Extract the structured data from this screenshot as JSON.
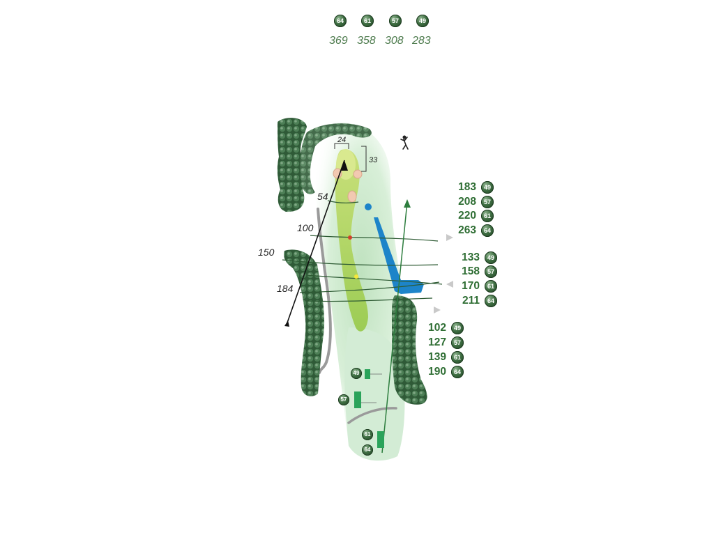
{
  "header": {
    "tees": [
      {
        "badge": "64",
        "yards": "369"
      },
      {
        "badge": "61",
        "yards": "358"
      },
      {
        "badge": "57",
        "yards": "308"
      },
      {
        "badge": "49",
        "yards": "283"
      }
    ]
  },
  "map": {
    "green_depth": "24",
    "green_width": "33",
    "line_labels": [
      "54",
      "100",
      "150",
      "184"
    ]
  },
  "distance_groups": [
    {
      "rows": [
        {
          "value": "183",
          "badge": "49"
        },
        {
          "value": "208",
          "badge": "57"
        },
        {
          "value": "220",
          "badge": "61"
        },
        {
          "value": "263",
          "badge": "64"
        }
      ]
    },
    {
      "rows": [
        {
          "value": "133",
          "badge": "49"
        },
        {
          "value": "158",
          "badge": "57"
        },
        {
          "value": "170",
          "badge": "61"
        },
        {
          "value": "211",
          "badge": "64"
        }
      ]
    },
    {
      "rows": [
        {
          "value": "102",
          "badge": "49"
        },
        {
          "value": "127",
          "badge": "57"
        },
        {
          "value": "139",
          "badge": "61"
        },
        {
          "value": "190",
          "badge": "64"
        }
      ]
    }
  ],
  "tee_markers": [
    "49",
    "57",
    "61",
    "64"
  ],
  "colors": {
    "fairway": "#a9cf5a",
    "rough": "#d8eed8",
    "trees": "#3f6e46",
    "water": "#1d84c9",
    "path": "#9a9a9a",
    "tee": "#2aa35a",
    "badge": "#3f6f43"
  }
}
